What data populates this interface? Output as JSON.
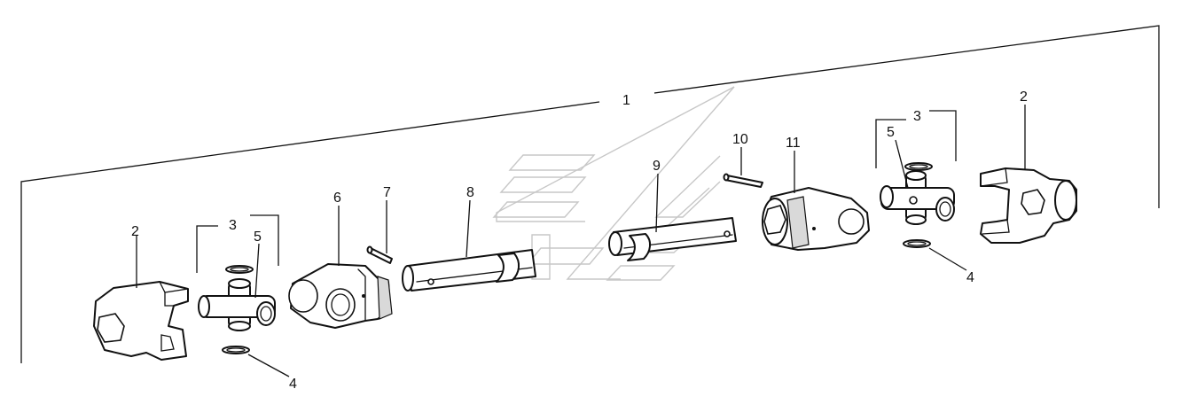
{
  "diagram": {
    "title_callout": "1",
    "callouts": {
      "yoke_left": "2",
      "yoke_right": "2",
      "cross_left": "3",
      "cross_right": "3",
      "ring_left": "4",
      "ring_right": "4",
      "pin_left": "5",
      "pin_right": "5",
      "inner_yoke": "6",
      "pin_7": "7",
      "tube_outer": "8",
      "tube_inner": "9",
      "pin_10": "10",
      "outer_yoke": "11"
    }
  }
}
